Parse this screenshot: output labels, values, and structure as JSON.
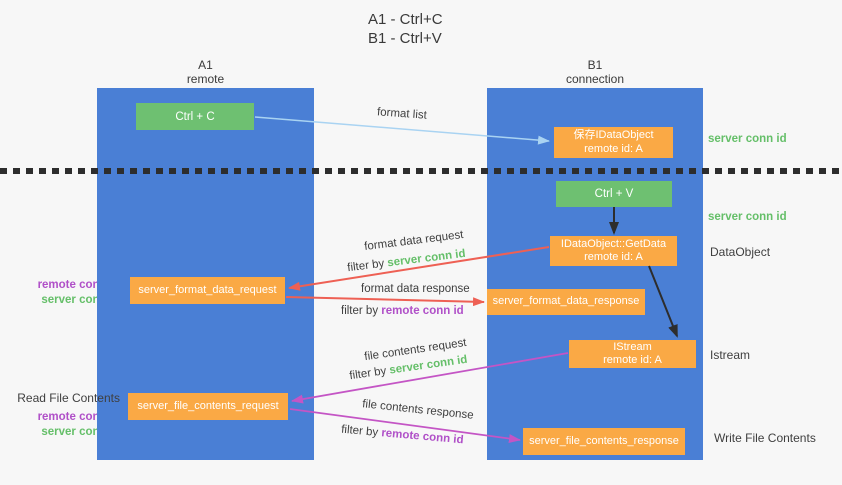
{
  "title": {
    "line1": "A1 - Ctrl+C",
    "line2": "B1 - Ctrl+V"
  },
  "lanes": {
    "left": {
      "title": "A1",
      "subtitle": "remote"
    },
    "right": {
      "title": "B1",
      "subtitle": "connection"
    }
  },
  "boxes": {
    "ctrl_c": {
      "label": "Ctrl + C"
    },
    "ctrl_v": {
      "label": "Ctrl + V"
    },
    "save_idataobject": {
      "line1": "保存IDataObject",
      "line2": "remote id: A"
    },
    "getdata": {
      "line1": "IDataObject::GetData",
      "line2": "remote id: A"
    },
    "istream": {
      "line1": "IStream",
      "line2": "remote id: A"
    },
    "format_request": {
      "label": "server_format_data_request"
    },
    "format_response": {
      "label": "server_format_data_response"
    },
    "file_request": {
      "label": "server_file_contents_request"
    },
    "file_response": {
      "label": "server_file_contents_response"
    }
  },
  "flow_labels": {
    "format_list": "format list",
    "format_data_request": "format data request",
    "format_data_response": "format data response",
    "file_contents_request": "file contents request",
    "file_contents_response": "file contents response",
    "filter_by": "filter by ",
    "server_conn_id": "server conn id",
    "remote_conn_id": "remote conn id"
  },
  "side_labels": {
    "server_conn_id_top": "server conn id",
    "server_conn_id_mid": "server conn id",
    "dataobject": "DataObject",
    "istream": "Istream",
    "write_file_contents": "Write File Contents",
    "read_file_contents": "Read File Contents",
    "remote_conn_id": "remote conn id",
    "server_conn_id": "server conn id"
  },
  "colors": {
    "lane_blue": "#4a7fd5",
    "box_orange": "#faa945",
    "box_green": "#6ec071",
    "text_green": "#65bf69",
    "text_purple": "#b050c8",
    "arrow_red": "#ee6054",
    "arrow_magenta": "#c455c5",
    "arrow_light_blue": "#a9d3f2",
    "arrow_black": "#2d2d2d",
    "background": "#f7f7f7"
  }
}
